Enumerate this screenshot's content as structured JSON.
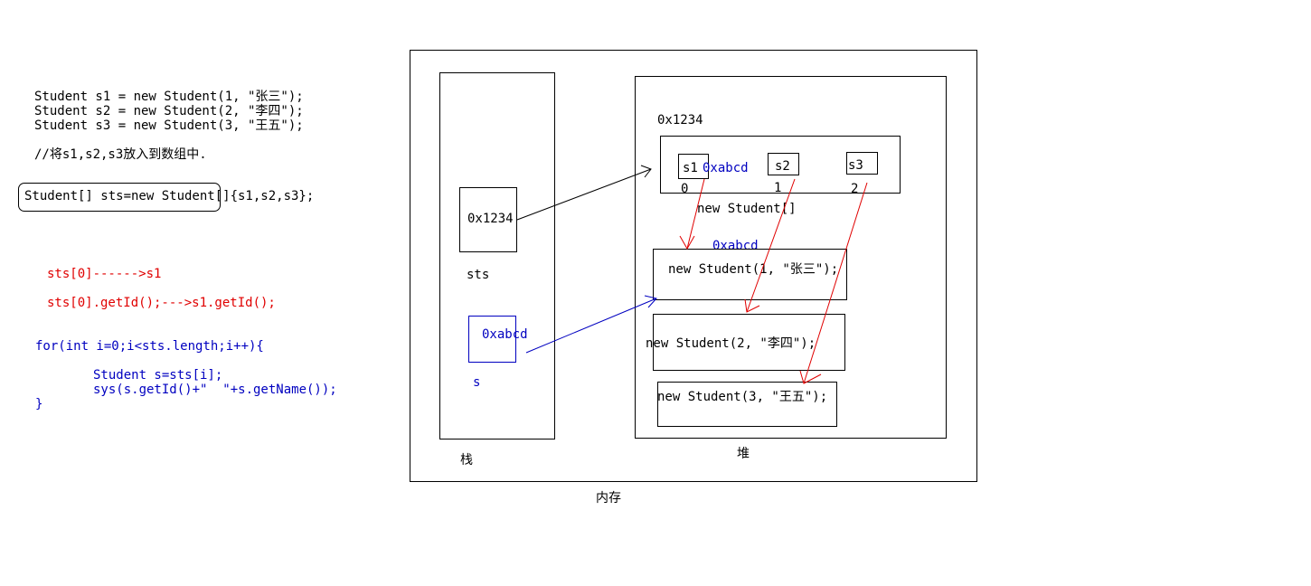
{
  "code": {
    "line1": "Student s1 = new Student(1, \"张三\");",
    "line2": "Student s2 = new Student(2, \"李四\");",
    "line3": "Student s3 = new Student(3, \"王五\");",
    "comment": "//将s1,s2,s3放入到数组中.",
    "array_decl": "Student[] sts=new Student[]{s1,s2,s3};",
    "note1": "sts[0]------>s1",
    "note2": "sts[0].getId();--->s1.getId();",
    "loop1": "for(int i=0;i<sts.length;i++){",
    "loop2": "Student s=sts[i];",
    "loop3": "sys(s.getId()+\"  \"+s.getName());",
    "loop4": "}"
  },
  "memory": {
    "label": "内存",
    "stack": {
      "label": "栈",
      "sts_value": "0x1234",
      "sts_name": "sts",
      "s_value": "0xabcd",
      "s_name": "s"
    },
    "heap": {
      "label": "堆",
      "array_address": "0x1234",
      "slots": [
        "s1",
        "s2",
        "s3"
      ],
      "slot_s1_value": "0xabcd",
      "indices": [
        "0",
        "1",
        "2"
      ],
      "array_label": "new Student[]",
      "obj1_address": "0xabcd",
      "obj1": "new Student(1, \"张三\");",
      "obj2": "new Student(2, \"李四\");",
      "obj3": "new Student(3, \"王五\");"
    }
  },
  "colors": {
    "red": "#e00000",
    "blue": "#0000c0",
    "black": "#000000"
  }
}
